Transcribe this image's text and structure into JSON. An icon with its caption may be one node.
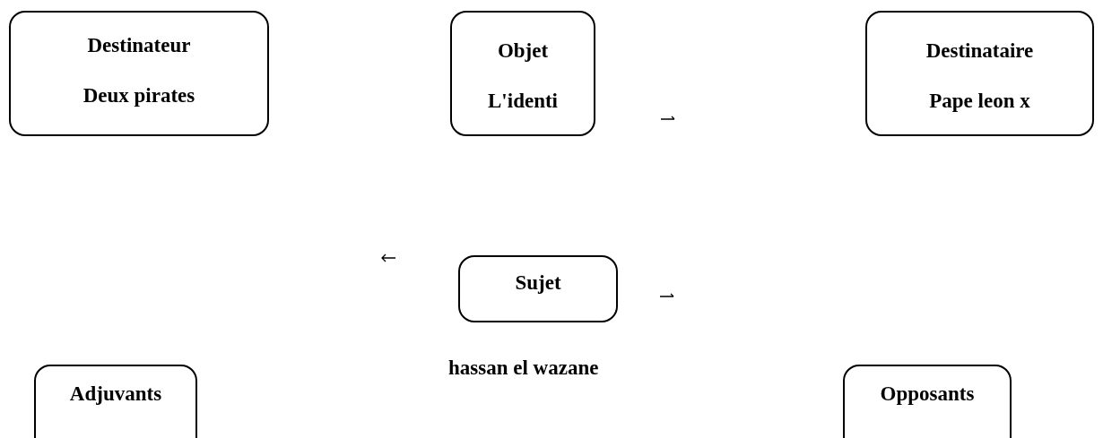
{
  "diagram": {
    "nodes": [
      {
        "text": [
          "Destinateur",
          "Deux pirates"
        ]
      },
      {
        "text": [
          "Objet",
          "L'identi"
        ]
      },
      {
        "text": [
          "Destinataire",
          "Pape leon x"
        ]
      },
      {
        "text": [
          "Sujet"
        ],
        "beside": [
          "hassan el wazane"
        ]
      },
      {
        "text": [
          "Adjuvants"
        ]
      },
      {
        "text": [
          "Opposants"
        ]
      }
    ]
  }
}
